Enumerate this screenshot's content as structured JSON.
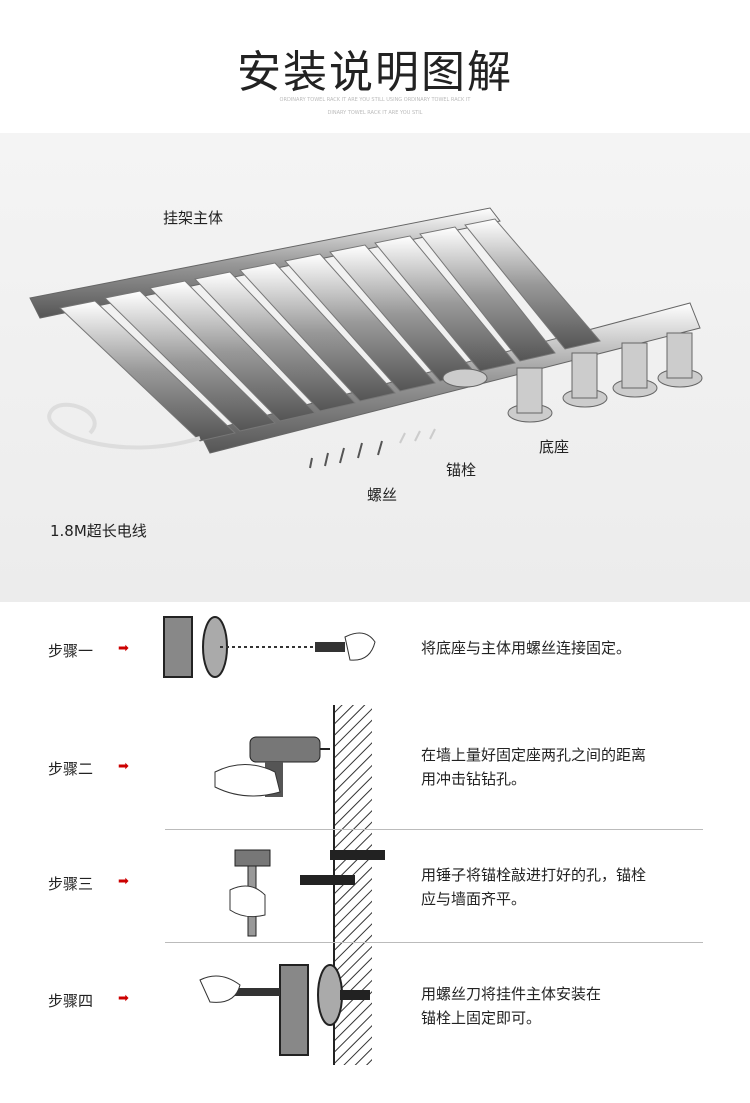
{
  "header": {
    "title": "安装说明图解",
    "subtitle_line1": "ORDINARY TOWEL RACK IT ARE YOU STILL USING ORDINARY TOWEL RACK IT",
    "subtitle_line2": "DINARY TOWEL RACK IT ARE YOU STIL"
  },
  "photo_labels": {
    "body": "挂架主体",
    "base": "底座",
    "anchor": "锚栓",
    "screw": "螺丝",
    "cable": "1.8M超长电线"
  },
  "steps": [
    {
      "label": "步骤一",
      "arrow": "➡",
      "desc": [
        "将底座与主体用螺丝连接固定。"
      ]
    },
    {
      "label": "步骤二",
      "arrow": "➡",
      "desc": [
        "在墙上量好固定座两孔之间的距离",
        "用冲击钻钻孔。"
      ]
    },
    {
      "label": "步骤三",
      "arrow": "➡",
      "desc": [
        "用锤子将锚栓敲进打好的孔，锚栓",
        "应与墙面齐平。"
      ]
    },
    {
      "label": "步骤四",
      "arrow": "➡",
      "desc": [
        "用螺丝刀将挂件主体安装在",
        "锚栓上固定即可。"
      ]
    }
  ]
}
